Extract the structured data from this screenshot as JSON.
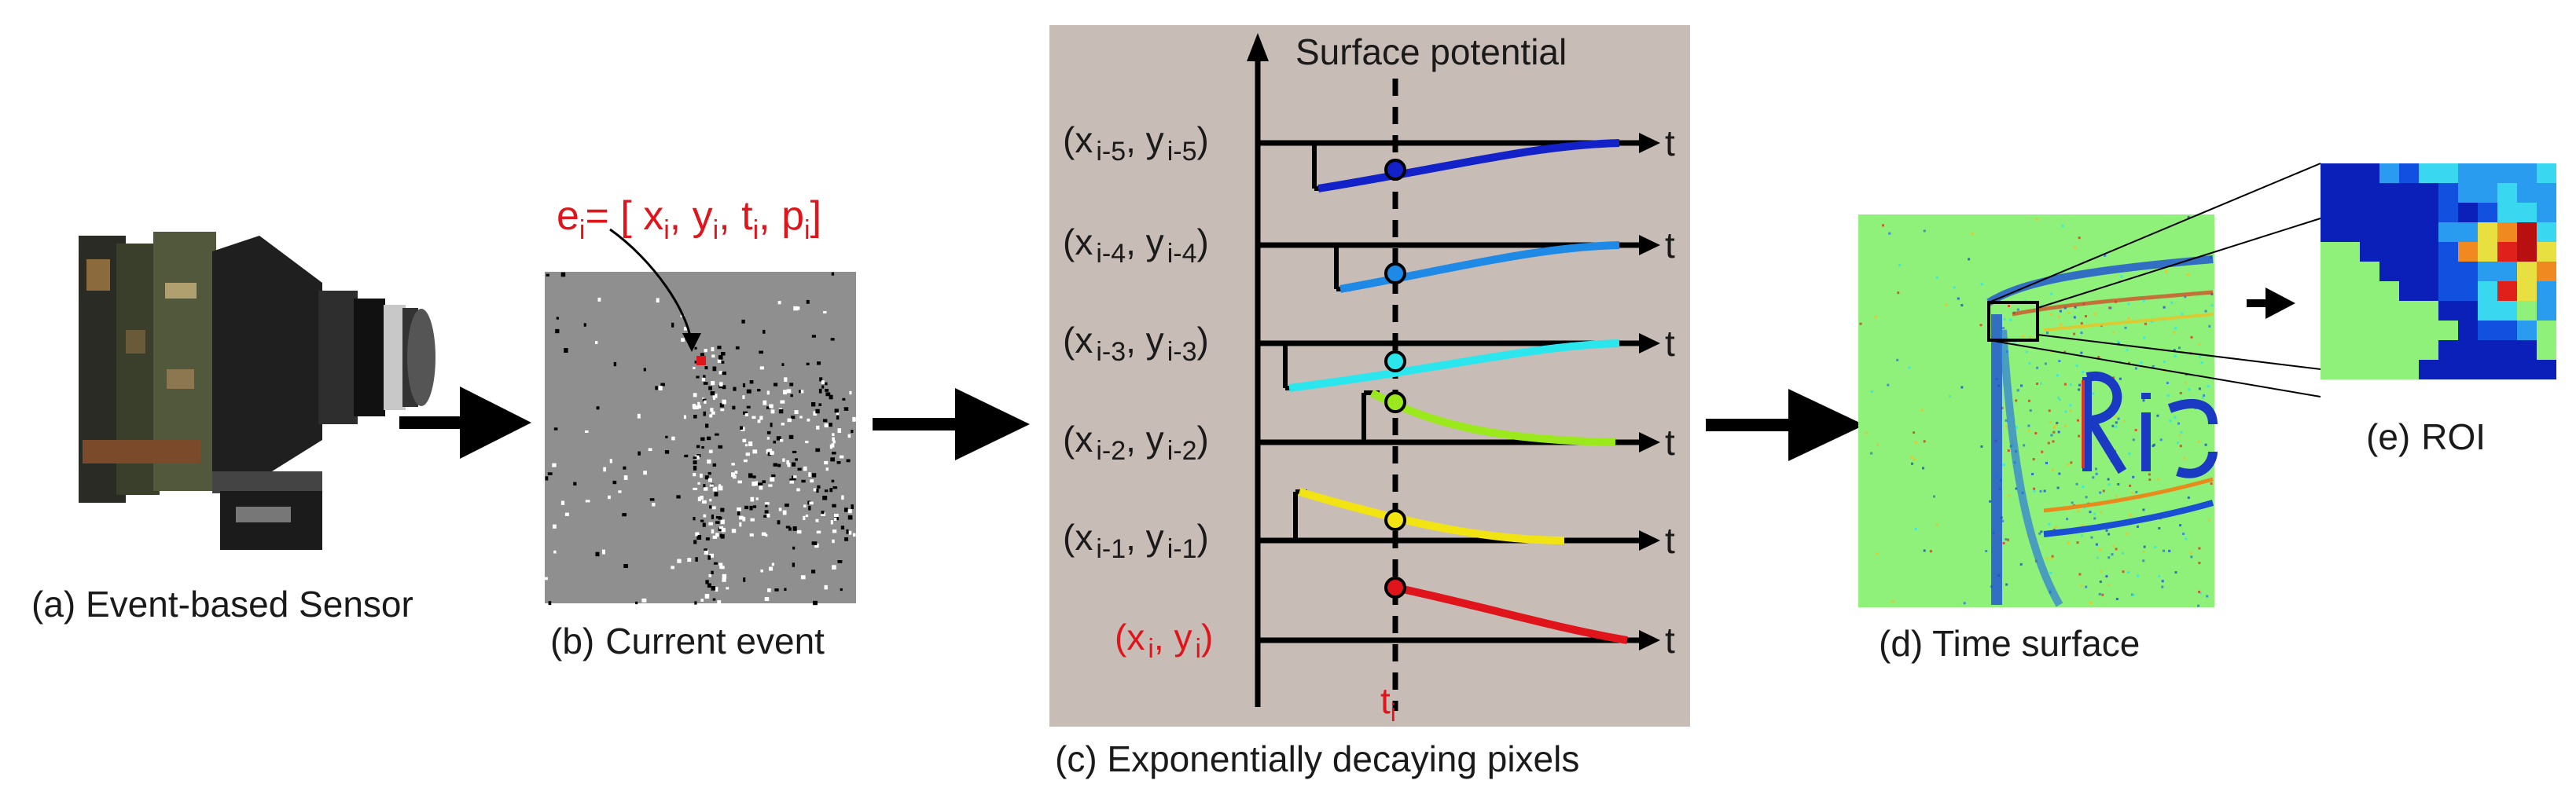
{
  "captions": {
    "a": "(a) Event-based Sensor",
    "b_prefix": "(b)",
    "b_text": "Current event",
    "c": "(c) Exponentially decaying pixels",
    "d": "(d) Time surface",
    "e_prefix": "(e)",
    "e_text": "ROI"
  },
  "event_equation": {
    "e": "e",
    "i": "i",
    "eq": "= [",
    "x": "x",
    "y": "y",
    "t": "t",
    "p": "p",
    "comma": ",",
    "close": "]"
  },
  "chart": {
    "axis_title": "Surface potential",
    "t_label": "t",
    "ti_main": "t",
    "ti_sub": "i",
    "rows": [
      {
        "xsub": "i-5",
        "ysub": "i-5",
        "color": "#1222c8"
      },
      {
        "xsub": "i-4",
        "ysub": "i-4",
        "color": "#1e8ae6"
      },
      {
        "xsub": "i-3",
        "ysub": "i-3",
        "color": "#2ce6ee"
      },
      {
        "xsub": "i-2",
        "ysub": "i-2",
        "color": "#9be81c"
      },
      {
        "xsub": "i-1",
        "ysub": "i-1",
        "color": "#f2e312"
      },
      {
        "xsub": "i",
        "ysub": "i",
        "color": "#e0141b"
      }
    ]
  },
  "colors": {
    "panel_bg": "#c8bcb6",
    "sensor_bg": "#8f8f8f",
    "timesurface_bg": "#8ff07a",
    "accent_red": "#e0141b"
  }
}
